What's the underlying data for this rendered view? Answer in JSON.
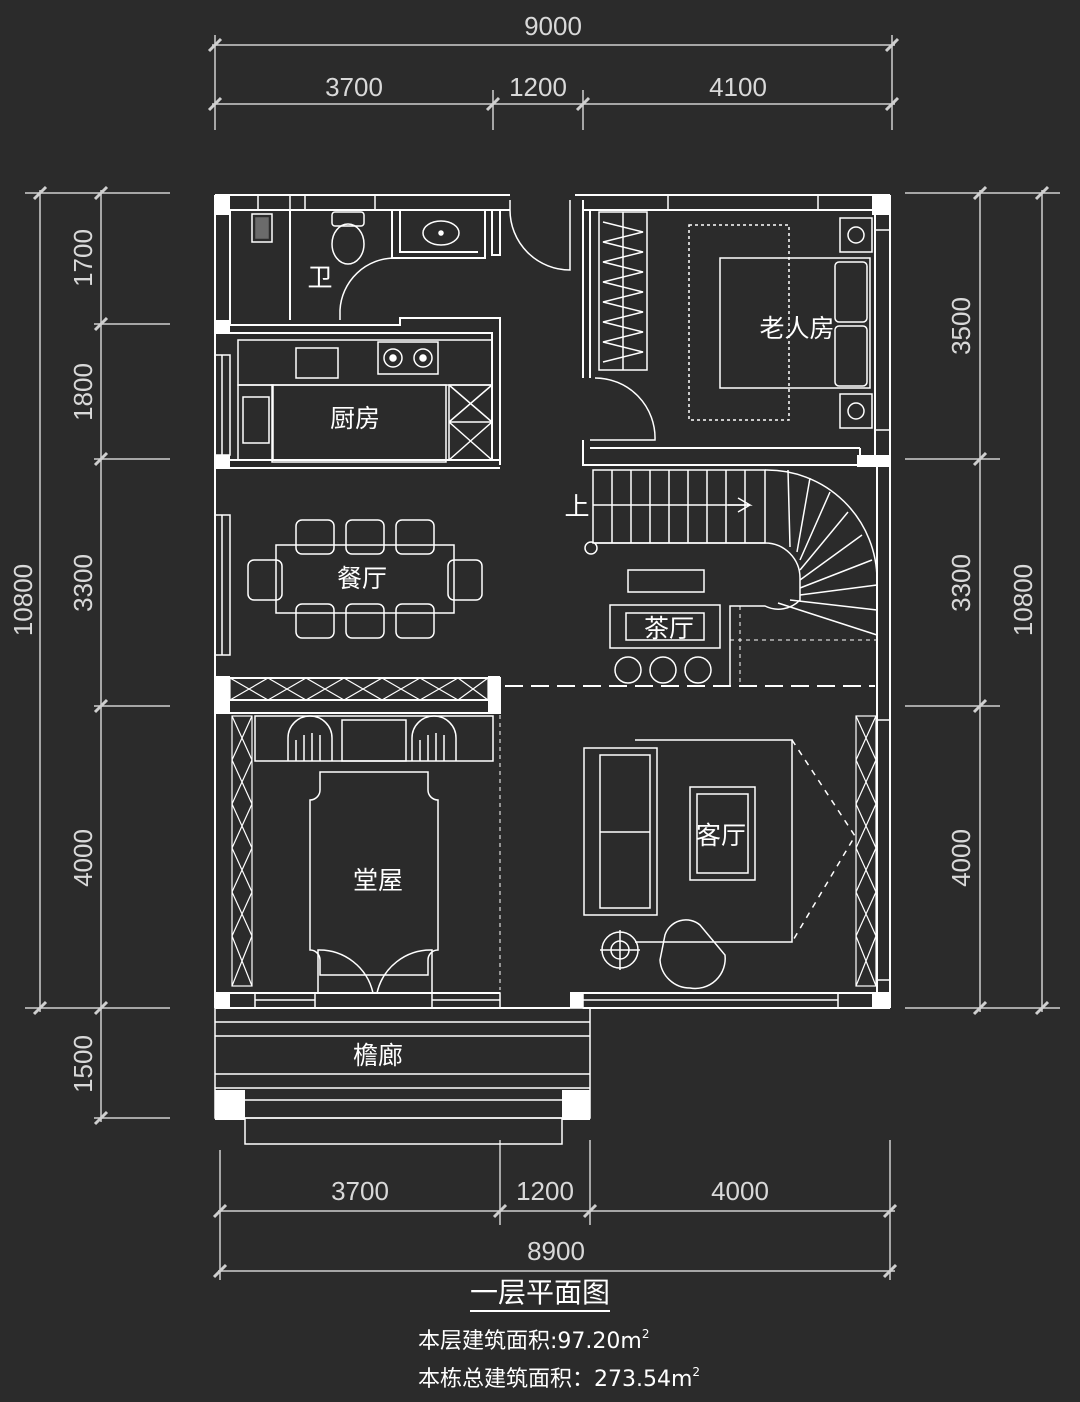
{
  "dimensions": {
    "top_total": "9000",
    "top_segments": [
      "3700",
      "1200",
      "4100"
    ],
    "bottom_total": "8900",
    "bottom_segments": [
      "3700",
      "1200",
      "4000"
    ],
    "left_total": "10800",
    "left_segments": [
      "1700",
      "1800",
      "3300",
      "4000",
      "1500"
    ],
    "right_total": "10800",
    "right_segments": [
      "3500",
      "3300",
      "4000"
    ]
  },
  "rooms": {
    "bathroom": "卫",
    "kitchen": "厨房",
    "elder_room": "老人房",
    "stairs_up": "上",
    "dining": "餐厅",
    "tea_room": "茶厅",
    "main_hall": "堂屋",
    "living": "客厅",
    "veranda": "檐廊"
  },
  "title": "一层平面图",
  "floor_area": {
    "label": "本层建筑面积:97.20",
    "unit": "m",
    "sup": "2"
  },
  "total_area": {
    "label": "本栋总建筑面积：273.54",
    "unit": "m",
    "sup": "2"
  },
  "colors": {
    "background": "#2b2b2b",
    "line": "#ffffff",
    "dim_line": "#cfcfcf"
  }
}
